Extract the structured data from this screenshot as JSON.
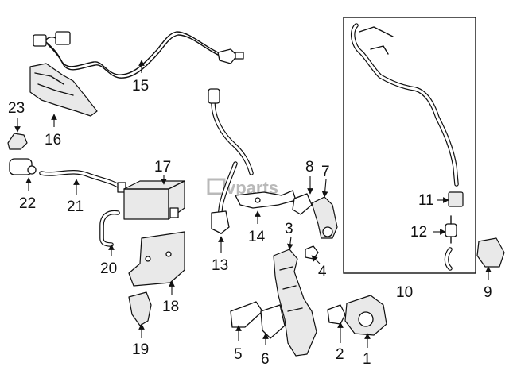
{
  "logo": {
    "text": "vparts",
    "color": "#b9b9b9"
  },
  "colors": {
    "line": "#111111",
    "background": "#ffffff",
    "part_shade": "#e9e9e9"
  },
  "callouts": [
    {
      "id": "1",
      "label": "1"
    },
    {
      "id": "2",
      "label": "2"
    },
    {
      "id": "3",
      "label": "3"
    },
    {
      "id": "4",
      "label": "4"
    },
    {
      "id": "5",
      "label": "5"
    },
    {
      "id": "6",
      "label": "6"
    },
    {
      "id": "7",
      "label": "7"
    },
    {
      "id": "8",
      "label": "8"
    },
    {
      "id": "9",
      "label": "9"
    },
    {
      "id": "10",
      "label": "10"
    },
    {
      "id": "11",
      "label": "11"
    },
    {
      "id": "12",
      "label": "12"
    },
    {
      "id": "13",
      "label": "13"
    },
    {
      "id": "14",
      "label": "14"
    },
    {
      "id": "15",
      "label": "15"
    },
    {
      "id": "16",
      "label": "16"
    },
    {
      "id": "17",
      "label": "17"
    },
    {
      "id": "18",
      "label": "18"
    },
    {
      "id": "19",
      "label": "19"
    },
    {
      "id": "20",
      "label": "20"
    },
    {
      "id": "21",
      "label": "21"
    },
    {
      "id": "22",
      "label": "22"
    },
    {
      "id": "23",
      "label": "23"
    }
  ]
}
